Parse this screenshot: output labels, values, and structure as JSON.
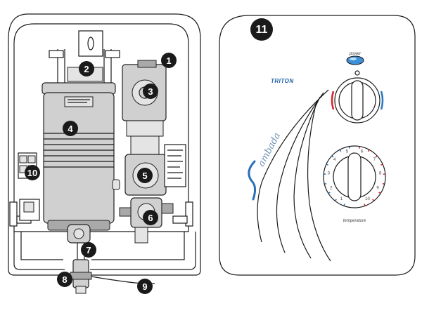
{
  "callouts": [
    "1",
    "2",
    "3",
    "4",
    "5",
    "6",
    "7",
    "8",
    "9",
    "10",
    "11"
  ],
  "cover": {
    "brand": "TRITON",
    "model_script": "ambada",
    "power_label": "power",
    "temperature_label": "temperature",
    "dial_numbers": [
      "1",
      "2",
      "3",
      "4",
      "5",
      "6",
      "7",
      "8",
      "9",
      "10"
    ]
  },
  "colors": {
    "outline": "#1a1a1a",
    "body_grey": "#d0d0d0",
    "brand_blue": "#1f5fa8",
    "hot_red": "#d9262c",
    "cold_blue": "#2a7ac2"
  }
}
